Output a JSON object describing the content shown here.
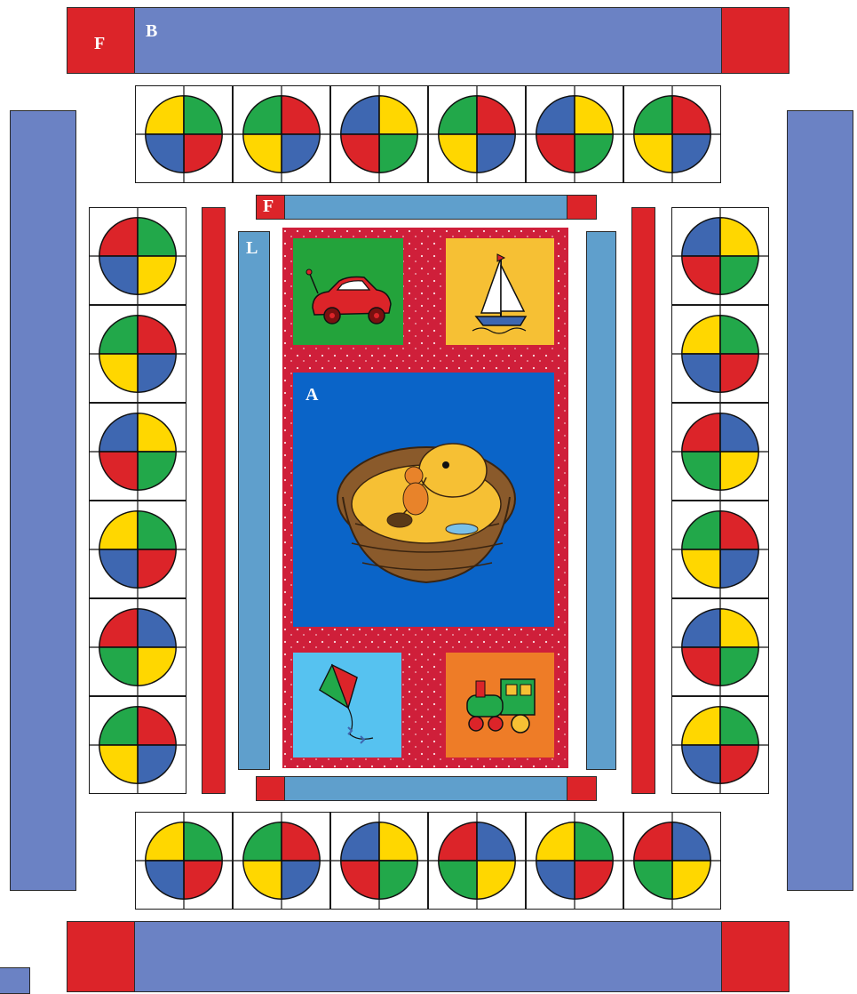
{
  "labels": {
    "top_border": "B",
    "top_corner": "F",
    "inner_top": "F",
    "side_strip": "L",
    "center_panel": "A"
  },
  "colors": {
    "border_blue": "#6b82c4",
    "strip_light_blue": "#5f9fcc",
    "red": "#dc2429",
    "green": "#22a84a",
    "yellow": "#ffd700",
    "block_blue": "#3e67b1",
    "panel_red": "#cf1f3a",
    "panel_royal_blue": "#0a64c8"
  },
  "quilt": {
    "top_row_blocks": [
      [
        "yellow",
        "green",
        "red",
        "blue"
      ],
      [
        "green",
        "red",
        "blue",
        "yellow"
      ],
      [
        "blue",
        "yellow",
        "green",
        "red"
      ],
      [
        "green",
        "red",
        "blue",
        "yellow"
      ],
      [
        "blue",
        "yellow",
        "green",
        "red"
      ],
      [
        "green",
        "red",
        "blue",
        "yellow"
      ]
    ],
    "bottom_row_blocks": [
      [
        "yellow",
        "green",
        "red",
        "blue"
      ],
      [
        "green",
        "red",
        "blue",
        "yellow"
      ],
      [
        "blue",
        "yellow",
        "green",
        "red"
      ],
      [
        "red",
        "blue",
        "yellow",
        "green"
      ],
      [
        "yellow",
        "green",
        "red",
        "blue"
      ],
      [
        "red",
        "blue",
        "yellow",
        "green"
      ]
    ],
    "left_column_blocks": [
      [
        "red",
        "green",
        "yellow",
        "blue"
      ],
      [
        "green",
        "red",
        "blue",
        "yellow"
      ],
      [
        "blue",
        "yellow",
        "green",
        "red"
      ],
      [
        "yellow",
        "green",
        "red",
        "blue"
      ],
      [
        "red",
        "blue",
        "yellow",
        "green"
      ],
      [
        "green",
        "red",
        "blue",
        "yellow"
      ]
    ],
    "right_column_blocks": [
      [
        "blue",
        "yellow",
        "green",
        "red"
      ],
      [
        "yellow",
        "green",
        "red",
        "blue"
      ],
      [
        "red",
        "blue",
        "yellow",
        "green"
      ],
      [
        "green",
        "red",
        "blue",
        "yellow"
      ],
      [
        "blue",
        "yellow",
        "green",
        "red"
      ],
      [
        "yellow",
        "green",
        "red",
        "blue"
      ]
    ],
    "center_panel_motifs": [
      "toy-car",
      "sailboat",
      "puppy-in-basket",
      "kite",
      "toy-train"
    ]
  }
}
